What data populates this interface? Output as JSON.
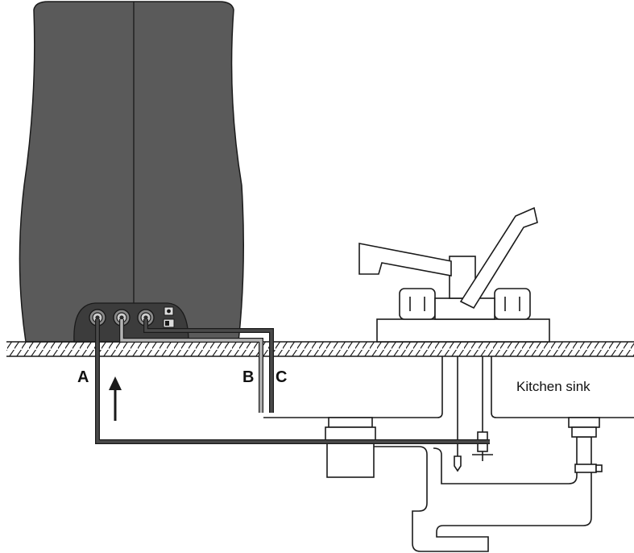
{
  "labels": {
    "a": "A",
    "b": "B",
    "c": "C",
    "sink": "Kitchen sink"
  },
  "colors": {
    "unit_body": "#5a5a5a",
    "unit_dark": "#3c3c3c",
    "tube_dark": "#4a4a4a",
    "tube_light": "#b4b4b4",
    "outline": "#1a1a1a"
  },
  "icons": {
    "flow_arrow": "arrow-up-icon",
    "power_socket": "power-socket-icon",
    "power_switch": "power-switch-icon"
  }
}
